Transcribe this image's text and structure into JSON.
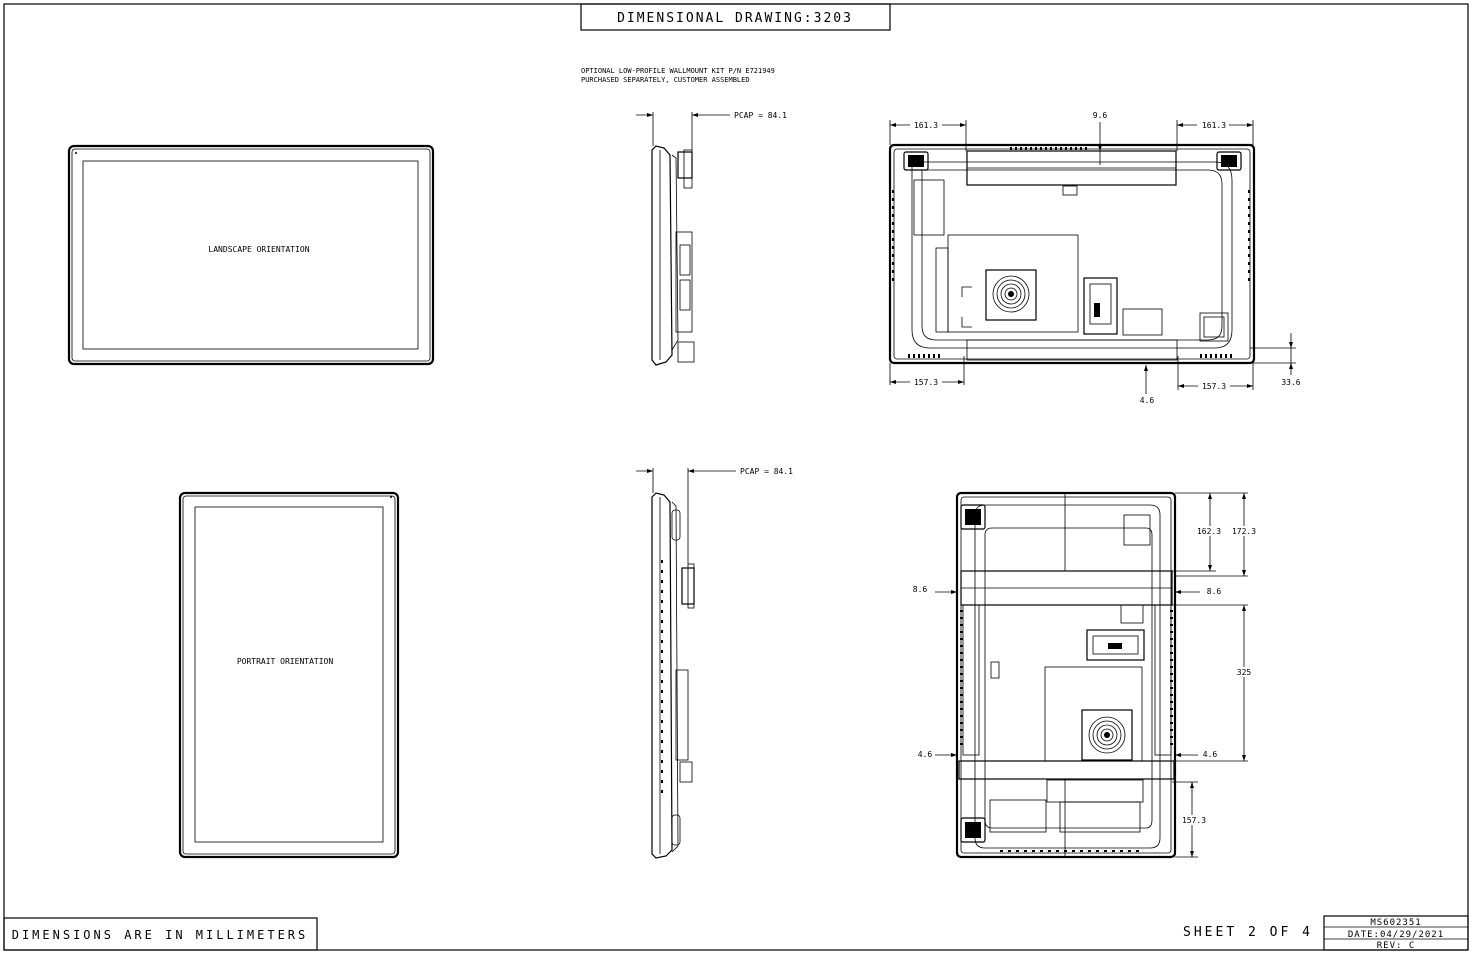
{
  "drawing": {
    "title": "DIMENSIONAL DRAWING:3203",
    "note_line1": "OPTIONAL LOW-PROFILE WALLMOUNT KIT P/N E721949",
    "note_line2": "PURCHASED SEPARATELY, CUSTOMER ASSEMBLED"
  },
  "views": {
    "landscape_label": "LANDSCAPE ORIENTATION",
    "portrait_label": "PORTRAIT ORIENTATION",
    "side_top_pcap": "PCAP = 84.1",
    "side_bottom_pcap": "PCAP = 84.1"
  },
  "dims_landscape_rear": {
    "top_left": "161.3",
    "top_center": "9.6",
    "top_right": "161.3",
    "bottom_left": "157.3",
    "bottom_center": "4.6",
    "bottom_right": "157.3",
    "right_offset": "33.6"
  },
  "dims_portrait_rear": {
    "top_a": "162.3",
    "top_b": "172.3",
    "left_bracket": "8.6",
    "right_bracket": "8.6",
    "span": "325",
    "left_lower": "4.6",
    "right_lower": "4.6",
    "bottom": "157.3"
  },
  "footer": {
    "units_note": "DIMENSIONS ARE IN MILLIMETERS",
    "sheet": "SHEET 2 OF 4",
    "doc_number": "MS602351",
    "date": "DATE:04/29/2021",
    "rev": "REV: C"
  }
}
